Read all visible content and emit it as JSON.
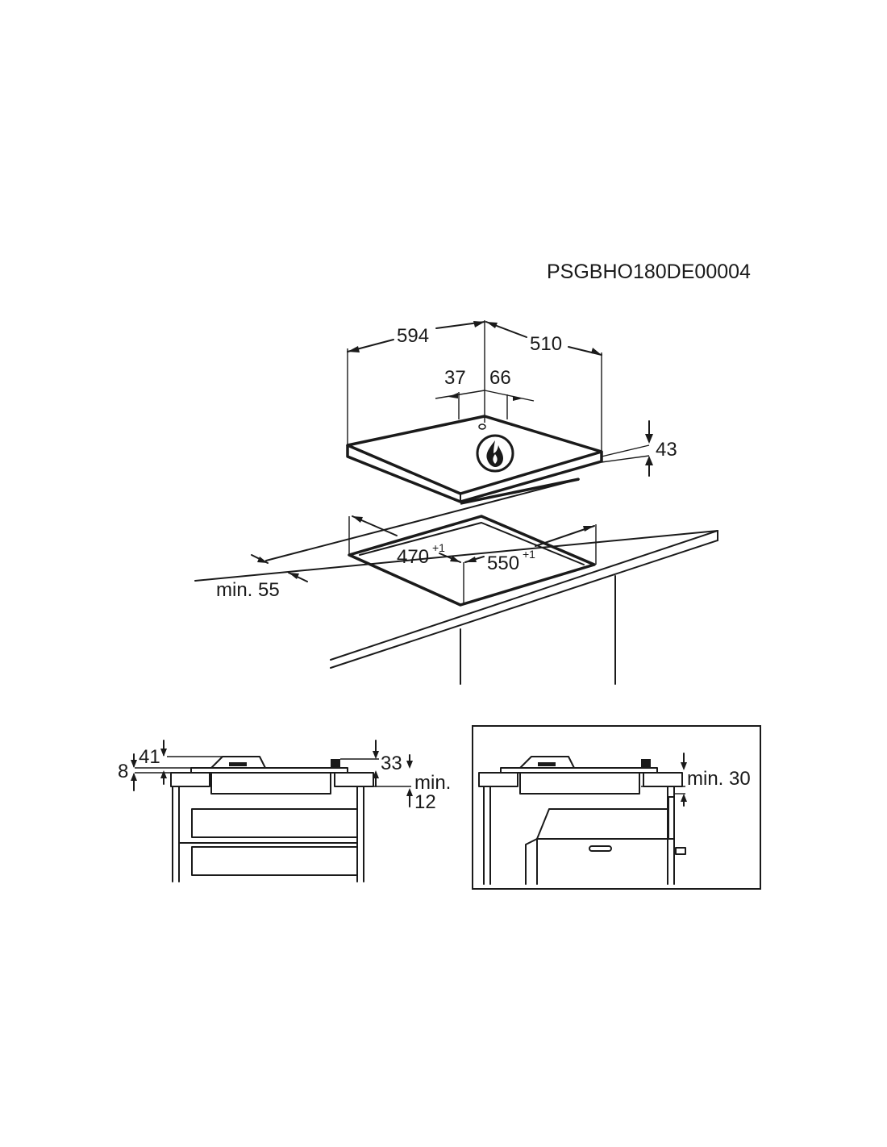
{
  "document": {
    "code": "PSGBHO180DE00004"
  },
  "top_view": {
    "width": "594",
    "depth": "510",
    "connector_left": "37",
    "connector_right": "66",
    "height": "43",
    "cutout_depth": "470",
    "cutout_depth_tol": "+1",
    "cutout_width": "550",
    "cutout_width_tol": "+1",
    "front_min": "min. 55"
  },
  "side_view_left": {
    "height_41": "41",
    "height_8": "8",
    "height_33": "33",
    "min_label": "min.",
    "min_value": "12"
  },
  "side_view_right": {
    "min_label": "min. 30"
  },
  "icons": {
    "gas_flame": "flame-icon"
  }
}
